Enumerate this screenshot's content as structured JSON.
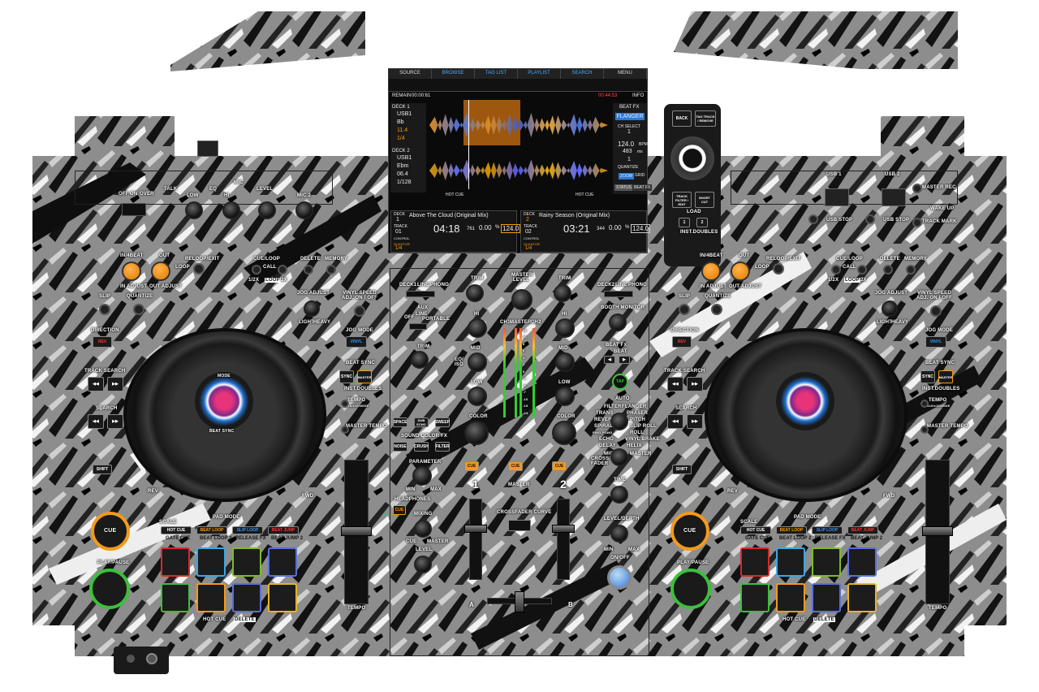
{
  "screen": {
    "tabs": [
      "SOURCE",
      "BROWSE",
      "TAG LIST",
      "PLAYLIST",
      "SEARCH",
      "MENU"
    ],
    "remain_label": "REMAIN",
    "remain_value": "00:00:61",
    "info_label": "INFO",
    "clock": "00:44:53",
    "deck1": {
      "label": "DECK 1",
      "source": "USB1",
      "key": "Bb",
      "tempo": "11.4",
      "beat": "1/4"
    },
    "deck2": {
      "label": "DECK 2",
      "source": "USB1",
      "key": "Ebm",
      "tempo": "06.4",
      "beat": "1/128"
    },
    "beat_fx": {
      "title": "BEAT FX",
      "effect": "FLANGER",
      "ch_label": "CH SELECT",
      "ch": "1",
      "bpm": "124.0",
      "bpm_unit": "BPM",
      "ms": "483",
      "ms_unit": "ms",
      "beat": "1",
      "quantize": "QUANTIZE",
      "zoom": "ZOOM",
      "grid": "GRID",
      "status": "STATUS",
      "beat_fx_btn": "BEAT FX"
    },
    "hotcue_label": "HOT CUE",
    "track1": {
      "deck_label": "DECK",
      "deck_num": "1",
      "track_label": "TRACK",
      "track_num": "01",
      "control": "CONTROL",
      "quantize": "QUANTIZE",
      "qval": "1/4",
      "title": "Above The Cloud (Original Mix)",
      "time": "04:18",
      "ms": "761",
      "pitch": "0.00",
      "pitch_unit": "%",
      "bpm": "124.0"
    },
    "track2": {
      "deck_label": "DECK",
      "deck_num": "2",
      "track_label": "TRACK",
      "track_num": "02",
      "control": "CONTROL",
      "quantize": "QUANTIZE",
      "qval": "1/4",
      "title": "Rainy Season (Original Mix)",
      "time": "03:21",
      "ms": "344",
      "pitch": "0.00",
      "pitch_unit": "%",
      "bpm": "124.0"
    }
  },
  "browse": {
    "back": "BACK",
    "tag": "TAG TRACK / REMOVE",
    "track_filter": "TRACK FILTER / EDIT",
    "short_cut": "SHORT CUT",
    "load": "LOAD",
    "load1": "1",
    "load2": "2",
    "inst_doubles": "INST.DOUBLES"
  },
  "top_left": {
    "talk": "TALK",
    "off": "OFF",
    "on": "ON",
    "over": "OVER",
    "mic": "MIC",
    "eq": "EQ",
    "low": "LOW",
    "hi": "HI",
    "level": "LEVEL",
    "mic2": "MIC 2"
  },
  "top_right": {
    "usb1": "USB 1",
    "usb2": "USB 2",
    "usb_stop": "USB STOP",
    "master_rec": "MASTER REC",
    "wake_up": "WAKE UP",
    "track_mark": "TRACK MARK"
  },
  "deck_left": {
    "in4beat": "IN/4BEAT",
    "out": "OUT",
    "reloop": "RELOOP/EXIT",
    "loop": "LOOP",
    "in_adjust": "IN ADJUST",
    "out_adjust": "OUT ADJUST",
    "cue_loop": "CUE/LOOP",
    "call": "CALL",
    "half_x": "1/2X",
    "loop2": "LOOP",
    "two_x": "2X",
    "delete": "DELETE",
    "memory": "MEMORY",
    "slip": "SLIP",
    "quantize": "QUANTIZE",
    "jog_adjust": "JOG ADJUST",
    "light": "LIGHT",
    "heavy": "HEAVY",
    "vinyl_speed": "VINYL SPEED ADJ. ON / OFF",
    "direction": "DIRECTION",
    "rev": "REV",
    "jog_mode": "JOG MODE",
    "vinyl": "VINYL",
    "track_search": "TRACK SEARCH",
    "search": "SEARCH",
    "beat_sync": "BEAT SYNC",
    "sync": "SYNC",
    "master": "MASTER",
    "inst_doubles": "INST.DOUBLES",
    "tempo_range": "TEMPO",
    "tempo_sub": "±6/±10/±16/WIDE",
    "master_tempo": "MASTER TEMPO",
    "shift": "SHIFT",
    "rev2": "REV",
    "fwd": "FWD",
    "cue": "CUE",
    "play": "PLAY/PAUSE",
    "tempo": "TEMPO",
    "pad_mode": "PAD MODE",
    "scale": "SCALE",
    "hot_cue": "HOT CUE",
    "beat_loop": "BEAT LOOP",
    "slip_loop": "SLIP LOOP",
    "beat_jump": "BEAT JUMP",
    "gate_cue": "GATE CUE",
    "beat_loop2": "BEAT LOOP 2",
    "release_fx": "RELEASE FX",
    "beat_jump2": "BEAT JUMP 2",
    "hot_cue_bottom": "HOT CUE",
    "delete_bottom": "DELETE",
    "mode": "MODE",
    "beat_sync_ring": "BEAT SYNC",
    "sync_ring": "SYNC",
    "master_ring": "MASTER"
  },
  "deck_right": {
    "in4beat": "IN/4BEAT",
    "out": "OUT",
    "reloop": "RELOOP/EXIT",
    "loop": "LOOP",
    "in_adjust": "IN ADJUST",
    "out_adjust": "OUT ADJUST",
    "cue_loop": "CUE/LOOP",
    "call": "CALL",
    "half_x": "1/2X",
    "loop2": "LOOP",
    "two_x": "2X",
    "delete": "DELETE",
    "memory": "MEMORY",
    "slip": "SLIP",
    "quantize": "QUANTIZE",
    "jog_adjust": "JOG ADJUST",
    "light": "LIGHT",
    "heavy": "HEAVY",
    "vinyl_speed": "VINYL SPEED ADJ. ON / OFF",
    "direction": "DIRECTION",
    "rev": "REV",
    "jog_mode": "JOG MODE",
    "vinyl": "VINYL",
    "track_search": "TRACK SEARCH",
    "search": "SEARCH",
    "beat_sync": "BEAT SYNC",
    "sync": "SYNC",
    "master": "MASTER",
    "inst_doubles": "INST.DOUBLES",
    "tempo_range": "TEMPO",
    "tempo_sub": "±6/±10/±16/WIDE",
    "master_tempo": "MASTER TEMPO",
    "shift": "SHIFT",
    "rev2": "REV",
    "fwd": "FWD",
    "cue": "CUE",
    "play": "PLAY/PAUSE",
    "tempo": "TEMPO",
    "pad_mode": "PAD MODE",
    "scale": "SCALE",
    "hot_cue": "HOT CUE",
    "beat_loop": "BEAT LOOP",
    "slip_loop": "SLIP LOOP",
    "beat_jump": "BEAT JUMP",
    "gate_cue": "GATE CUE",
    "beat_loop2": "BEAT LOOP 2",
    "release_fx": "RELEASE FX",
    "beat_jump2": "BEAT JUMP 2",
    "hot_cue_bottom": "HOT CUE",
    "delete_bottom": "DELETE"
  },
  "mixer": {
    "deck1": "DECK1",
    "line": "LINE",
    "phono": "PHONO",
    "trim": "TRIM",
    "master_level": "MASTER LEVEL",
    "aux": "AUX",
    "line2": "LINE",
    "portable": "PORTABLE",
    "off": "OFF",
    "ch1": "CH1",
    "master": "MASTER",
    "ch2": "CH2",
    "hi": "HI",
    "mid": "MID",
    "low": "LOW",
    "eq_iso": "EQ/ ISO",
    "color": "COLOR",
    "space": "SPACE",
    "dub_echo": "DUB ECHO",
    "sweep": "SWEEP",
    "sound_color_fx": "SOUND COLOR FX",
    "noise": "NOISE",
    "crush": "CRUSH",
    "filter": "FILTER",
    "parameter": "PARAMETER",
    "min": "MIN",
    "max": "MAX",
    "headphones": "HEADPHONES",
    "cue_h": "CUE",
    "mixing": "MIXING",
    "cue_m": "CUE",
    "master_m": "MASTER",
    "level": "LEVEL",
    "cue1": "CUE",
    "cue_master": "CUE",
    "cue2": "CUE",
    "num1": "1",
    "master_label": "MASTER",
    "num2": "2",
    "crossfader_curve": "CROSSFADER CURVE",
    "a": "A",
    "b": "B",
    "meter_ticks": [
      "12",
      "10",
      "8",
      "6",
      "4",
      "2",
      "0",
      "-2",
      "-4",
      "-7",
      "-10",
      "-15",
      "-24"
    ]
  },
  "fx": {
    "deck2": "DECK2",
    "line": "LINE",
    "phono": "PHONO",
    "booth_monitor": "BOOTH MONITOR",
    "beat_fx": "BEAT FX",
    "beat": "BEAT",
    "tap": "TAP",
    "auto": "AUTO",
    "filter": "FILTER",
    "flanger": "FLANGER",
    "phaser": "PHASER",
    "pitch": "PITCH",
    "slip_roll": "SLIP ROLL",
    "roll": "ROLL",
    "vinyl_brake": "VINYL BRAKE",
    "helix": "HELIX",
    "trans": "TRANS",
    "reverb": "REVERB",
    "spiral": "SPIRAL",
    "ping_pong": "PING PONG",
    "echo": "ECHO",
    "delay": "DELAY",
    "mic": "MIC",
    "cross_fader": "CROSS FADER",
    "master": "MASTER",
    "time": "TIME",
    "level_depth": "LEVEL/DEPTH",
    "min": "MIN",
    "max": "MAX",
    "on_off": "ON/OFF"
  },
  "colors": {
    "orange": "#f39a1c",
    "red_pad": "#d42b2b",
    "blue_pad": "#3aa8e6",
    "green_pad": "#7dbb2a",
    "violet_pad": "#5a6fd6",
    "yellow_pad": "#e5b52a"
  }
}
